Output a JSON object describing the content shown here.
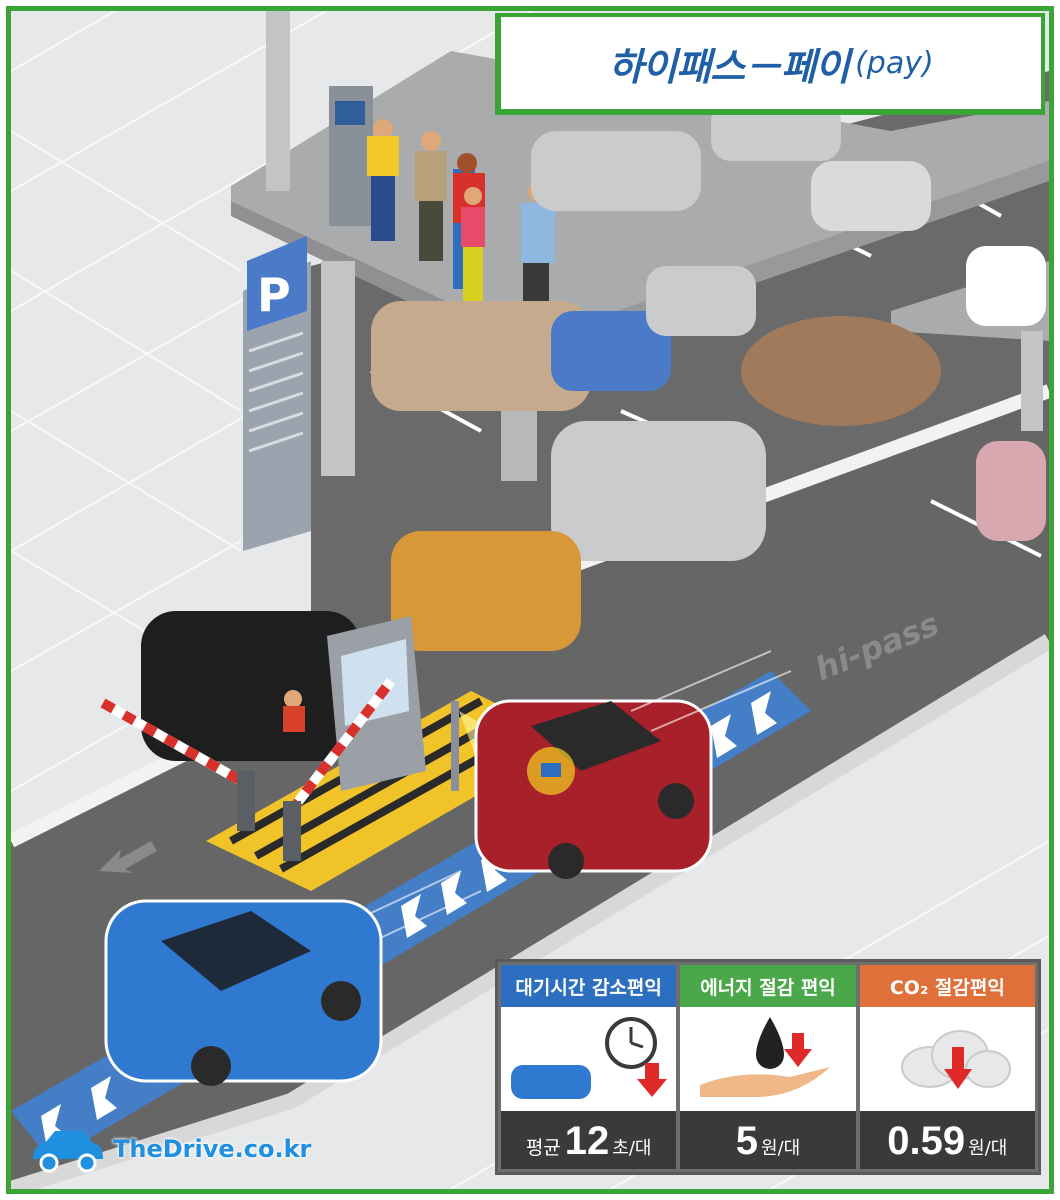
{
  "title": {
    "main": "하이패스－페이",
    "sub": "(pay)"
  },
  "signs": {
    "parking_letter": "P",
    "road_logo": "hi-pass"
  },
  "benefits": [
    {
      "label": "대기시간 감소편익",
      "icon": "clock-icon",
      "prefix": "평균",
      "value": "12",
      "unit": "초/대",
      "color": "#2c6fc0"
    },
    {
      "label": "에너지 절감 편익",
      "icon": "oil-drop-icon",
      "prefix": "",
      "value": "5",
      "unit": "원/대",
      "color": "#4aa84a"
    },
    {
      "label": "CO₂ 절감편익",
      "icon": "cloud-icon",
      "prefix": "",
      "value": "0.59",
      "unit": "원/대",
      "color": "#e0703a"
    }
  ],
  "watermark": "TheDrive.co.kr",
  "colors": {
    "frame": "#3aa435",
    "title_text": "#1f5fa6",
    "lane": "#3d82d8",
    "road": "#6b6b6b"
  }
}
